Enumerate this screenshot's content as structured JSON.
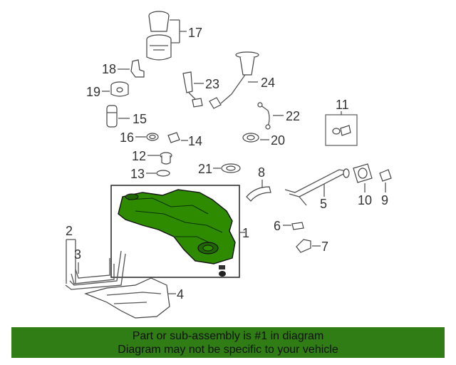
{
  "callouts": {
    "c1": "1",
    "c2": "2",
    "c3": "3",
    "c4": "4",
    "c5": "5",
    "c6": "6",
    "c7": "7",
    "c8": "8",
    "c9": "9",
    "c10": "10",
    "c11": "11",
    "c12": "12",
    "c13": "13",
    "c14": "14",
    "c15": "15",
    "c16": "16",
    "c17": "17",
    "c18": "18",
    "c19": "19",
    "c20": "20",
    "c21": "21",
    "c22": "22",
    "c23": "23",
    "c24": "24"
  },
  "banner": {
    "line1": "Part or sub-assembly is #1 in diagram",
    "line2": "Diagram may not be specific to your vehicle"
  },
  "colors": {
    "highlight_part": "#2e8b00",
    "banner_background": "#2f7d14"
  }
}
